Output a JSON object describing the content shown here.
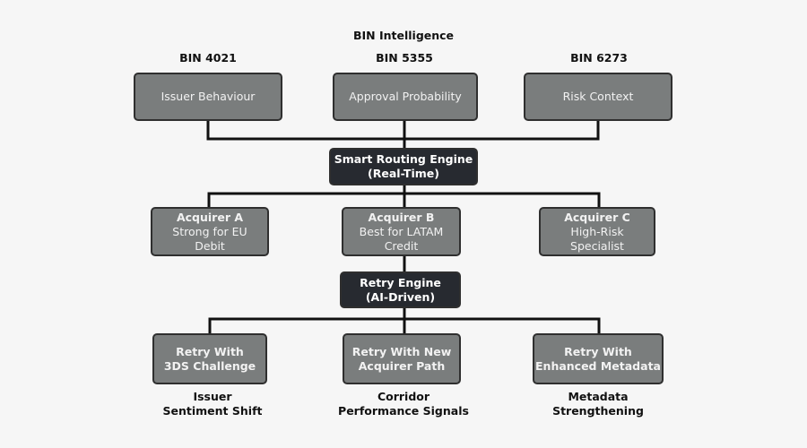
{
  "title": "BIN Intelligence",
  "bins": [
    "BIN 4021",
    "BIN 5355",
    "BIN 6273"
  ],
  "top_boxes": [
    "Issuer Behaviour",
    "Approval Probability",
    "Risk Context"
  ],
  "router": {
    "line1": "Smart Routing Engine",
    "line2": "(Real-Time)"
  },
  "acquirers": [
    {
      "name": "Acquirer A",
      "desc1": "Strong for EU",
      "desc2": "Debit"
    },
    {
      "name": "Acquirer B",
      "desc1": "Best for LATAM",
      "desc2": "Credit"
    },
    {
      "name": "Acquirer C",
      "desc1": "High-Risk",
      "desc2": "Specialist"
    }
  ],
  "retry_engine": {
    "line1": "Retry Engine",
    "line2": "(AI-Driven)"
  },
  "retries": [
    {
      "line1": "Retry With",
      "line2": "3DS Challenge"
    },
    {
      "line1": "Retry With New",
      "line2": "Acquirer Path"
    },
    {
      "line1": "Retry With",
      "line2": "Enhanced Metadata"
    }
  ],
  "signals": [
    {
      "line1": "Issuer",
      "line2": "Sentiment Shift"
    },
    {
      "line1": "Corridor",
      "line2": "Performance Signals"
    },
    {
      "line1": "Metadata",
      "line2": "Strengthening"
    }
  ],
  "colors": {
    "box_gray": "#7a7d7d",
    "box_dark": "#272a30",
    "connector": "#111111"
  }
}
